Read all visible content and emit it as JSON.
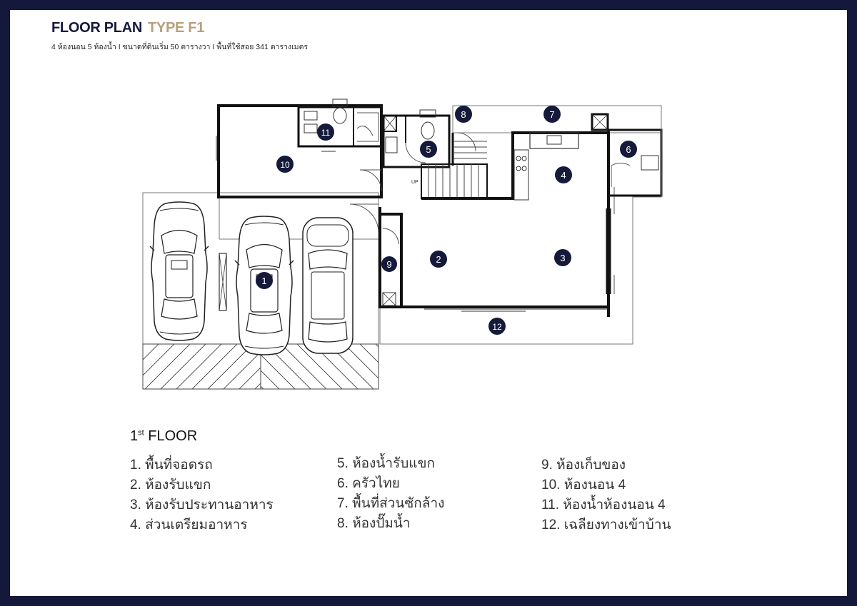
{
  "header": {
    "title": "FLOOR PLAN",
    "type_label": "TYPE F1",
    "subtitle": "4 ห้องนอน 5 ห้องน้ำ I ขนาดที่ดินเริ่ม 50 ตารางวา I พื้นที่ใช้สอย 341 ตารางเมตร"
  },
  "plan": {
    "markers": [
      {
        "num": "1"
      },
      {
        "num": "2"
      },
      {
        "num": "3"
      },
      {
        "num": "4"
      },
      {
        "num": "5"
      },
      {
        "num": "6"
      },
      {
        "num": "7"
      },
      {
        "num": "8"
      },
      {
        "num": "9"
      },
      {
        "num": "10"
      },
      {
        "num": "11"
      },
      {
        "num": "12"
      }
    ],
    "stair_label": "UP"
  },
  "legend": {
    "floor_number": "1",
    "floor_suffix": "st",
    "floor_word": "FLOOR",
    "col1": [
      "1. พื้นที่จอดรถ",
      "2. ห้องรับแขก",
      "3. ห้องรับประทานอาหาร",
      "4. ส่วนเตรียมอาหาร"
    ],
    "col2": [
      "5. ห้องน้ำรับแขก",
      "6. ครัวไทย",
      "7. พื้นที่ส่วนซักล้าง",
      "8. ห้องปั๊มน้ำ"
    ],
    "col3": [
      "9. ห้องเก็บของ",
      "10. ห้องนอน 4",
      "11. ห้องน้ำห้องนอน 4",
      "12. เฉลียงทางเข้าบ้าน"
    ]
  },
  "colors": {
    "frame": "#14183a",
    "marker": "#151a3a",
    "accent": "#b8a07a"
  }
}
